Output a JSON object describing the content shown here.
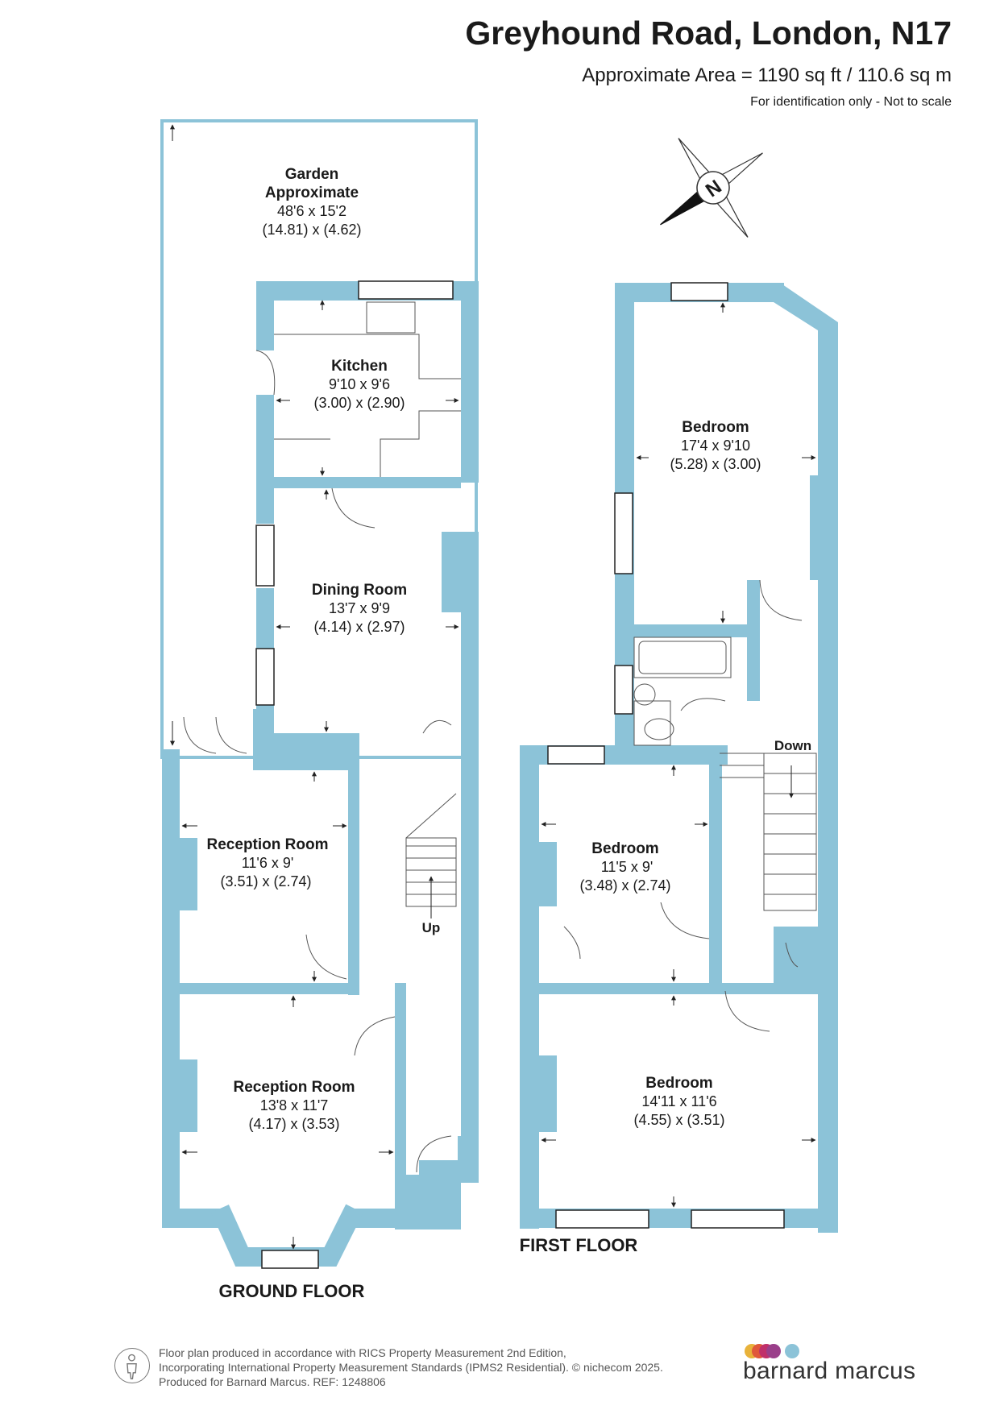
{
  "header": {
    "title": "Greyhound Road, London, N17",
    "area": "Approximate Area = 1190 sq ft / 110.6 sq m",
    "note": "For identification only - Not to scale"
  },
  "compass": {
    "letter": "N"
  },
  "colors": {
    "wall": "#8cc3d8",
    "line": "#8cc3d8",
    "text": "#1a1a1a"
  },
  "ground_floor": {
    "label": "GROUND FLOOR",
    "stairs_label": "Up",
    "rooms": [
      {
        "name": "Garden",
        "name2": "Approximate",
        "imperial": "48'6 x 15'2",
        "metric": "(14.81) x (4.62)"
      },
      {
        "name": "Kitchen",
        "imperial": "9'10 x 9'6",
        "metric": "(3.00) x (2.90)"
      },
      {
        "name": "Dining Room",
        "imperial": "13'7 x 9'9",
        "metric": "(4.14) x (2.97)"
      },
      {
        "name": "Reception Room",
        "imperial": "11'6 x 9'",
        "metric": "(3.51) x (2.74)"
      },
      {
        "name": "Reception Room",
        "imperial": "13'8 x 11'7",
        "metric": "(4.17) x (3.53)"
      }
    ]
  },
  "first_floor": {
    "label": "FIRST FLOOR",
    "stairs_label": "Down",
    "rooms": [
      {
        "name": "Bedroom",
        "imperial": "17'4 x 9'10",
        "metric": "(5.28) x (3.00)"
      },
      {
        "name": "Bedroom",
        "imperial": "11'5 x 9'",
        "metric": "(3.48) x (2.74)"
      },
      {
        "name": "Bedroom",
        "imperial": "14'11 x 11'6",
        "metric": "(4.55) x (3.51)"
      }
    ]
  },
  "footer": {
    "line1": "Floor plan produced in accordance with RICS Property Measurement 2nd Edition,",
    "line2": "Incorporating International Property Measurement Standards (IPMS2 Residential).   © nichecom 2025.",
    "line3": "Produced for Barnard Marcus.   REF:  1248806",
    "brand": "barnard marcus",
    "dot_colors": [
      "#e8b23a",
      "#e0583a",
      "#c0306a",
      "#9a3f8a",
      "#8cc3d8"
    ]
  }
}
